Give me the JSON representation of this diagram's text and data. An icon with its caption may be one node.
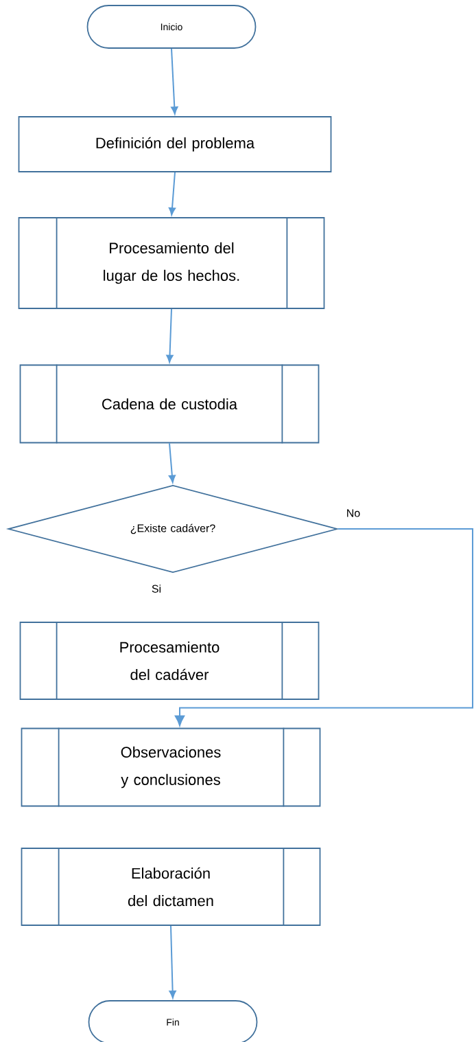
{
  "diagram": {
    "nodes": [
      {
        "text": [
          "Inicio"
        ]
      },
      {
        "text": [
          "Definición del problema"
        ]
      },
      {
        "text": [
          "Procesamiento del lugar de los hechos."
        ]
      },
      {
        "text": [
          "Cadena de custodia"
        ]
      },
      {
        "text": [
          "¿Existe cadáver?"
        ]
      },
      {
        "text": [
          "Procesamiento del cadáver"
        ]
      },
      {
        "text": [
          "Observaciones y conclusiones"
        ]
      },
      {
        "text": [
          "Elaboración del dictamen"
        ]
      },
      {
        "text": [
          "Fin"
        ]
      }
    ],
    "edges": [
      {
        "from": 0,
        "to": 1,
        "arrow": "to"
      },
      {
        "from": 1,
        "to": 2,
        "arrow": "to"
      },
      {
        "from": 2,
        "to": 3,
        "arrow": "to"
      },
      {
        "from": 3,
        "to": 4,
        "arrow": "to"
      },
      {
        "from": 4,
        "to": 6,
        "arrow": "to",
        "label": "No"
      },
      {
        "from": 7,
        "to": 8,
        "arrow": "to"
      }
    ],
    "labels": [
      "Si"
    ]
  }
}
